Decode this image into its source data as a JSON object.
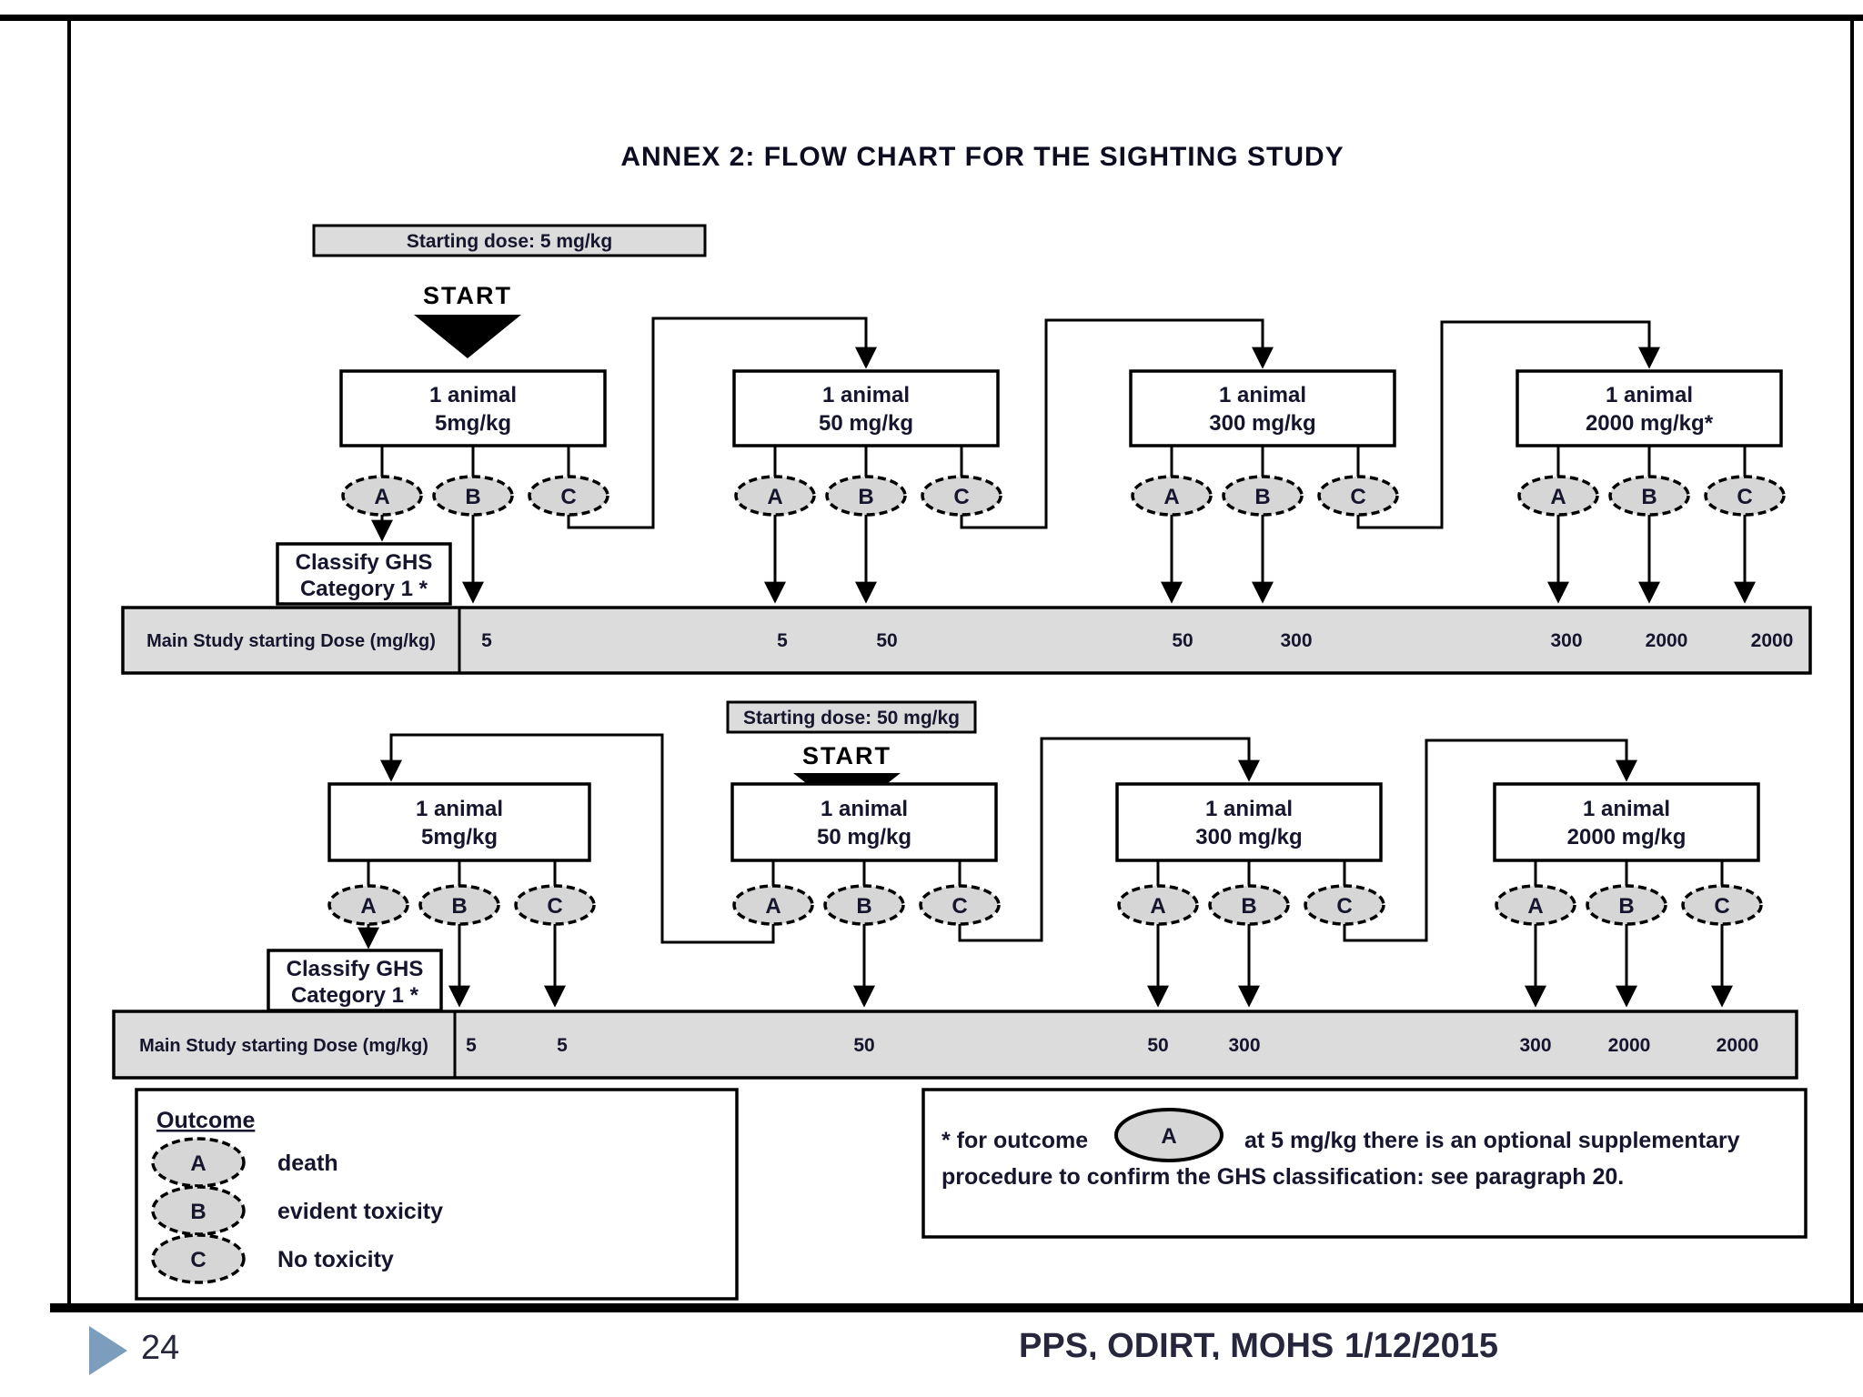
{
  "title": "ANNEX 2: FLOW CHART FOR THE  SIGHTING STUDY",
  "diagram1": {
    "starting_dose": "Starting dose: 5 mg/kg",
    "start": "START",
    "boxes": [
      {
        "line1": "1 animal",
        "line2": "5mg/kg",
        "outcomes": [
          "A",
          "B",
          "C"
        ]
      },
      {
        "line1": "1 animal",
        "line2": "50 mg/kg",
        "outcomes": [
          "A",
          "B",
          "C"
        ]
      },
      {
        "line1": "1 animal",
        "line2": "300 mg/kg",
        "outcomes": [
          "A",
          "B",
          "C"
        ]
      },
      {
        "line1": "1 animal",
        "line2": "2000 mg/kg*",
        "outcomes": [
          "A",
          "B",
          "C"
        ]
      }
    ],
    "classify": {
      "line1": "Classify GHS",
      "line2": "Category 1 *"
    },
    "bar": {
      "label": "Main Study starting Dose (mg/kg)",
      "values": [
        "5",
        "5",
        "50",
        "50",
        "300",
        "300",
        "2000",
        "2000"
      ]
    }
  },
  "diagram2": {
    "starting_dose": "Starting dose: 50 mg/kg",
    "start": "START",
    "boxes": [
      {
        "line1": "1 animal",
        "line2": "5mg/kg",
        "outcomes": [
          "A",
          "B",
          "C"
        ]
      },
      {
        "line1": "1 animal",
        "line2": "50 mg/kg",
        "outcomes": [
          "A",
          "B",
          "C"
        ]
      },
      {
        "line1": "1 animal",
        "line2": "300 mg/kg",
        "outcomes": [
          "A",
          "B",
          "C"
        ]
      },
      {
        "line1": "1 animal",
        "line2": "2000 mg/kg",
        "outcomes": [
          "A",
          "B",
          "C"
        ]
      }
    ],
    "classify": {
      "line1": "Classify GHS",
      "line2": "Category 1 *"
    },
    "bar": {
      "label": "Main Study starting Dose (mg/kg)",
      "values": [
        "5",
        "5",
        "50",
        "50",
        "300",
        "300",
        "2000",
        "2000"
      ]
    }
  },
  "legend": {
    "heading": "Outcome",
    "items": [
      {
        "code": "A",
        "label": "death"
      },
      {
        "code": "B",
        "label": "evident toxicity"
      },
      {
        "code": "C",
        "label": "No toxicity"
      }
    ]
  },
  "footnote": {
    "prefix": "* for outcome",
    "oval_code": "A",
    "line1_rest": "at  5 mg/kg there is an optional supplementary",
    "line2": "procedure to confirm the GHS classification: see paragraph 20."
  },
  "footer": {
    "page": "24",
    "credits": "PPS, ODIRT, MOHS",
    "date": "1/12/2015"
  },
  "colors": {
    "gray_fill": "#dcdcdc",
    "oval_fill": "#d6d6d6",
    "line": "#000000",
    "text": "#15152e",
    "footer_arrow": "#7d9dbd"
  }
}
